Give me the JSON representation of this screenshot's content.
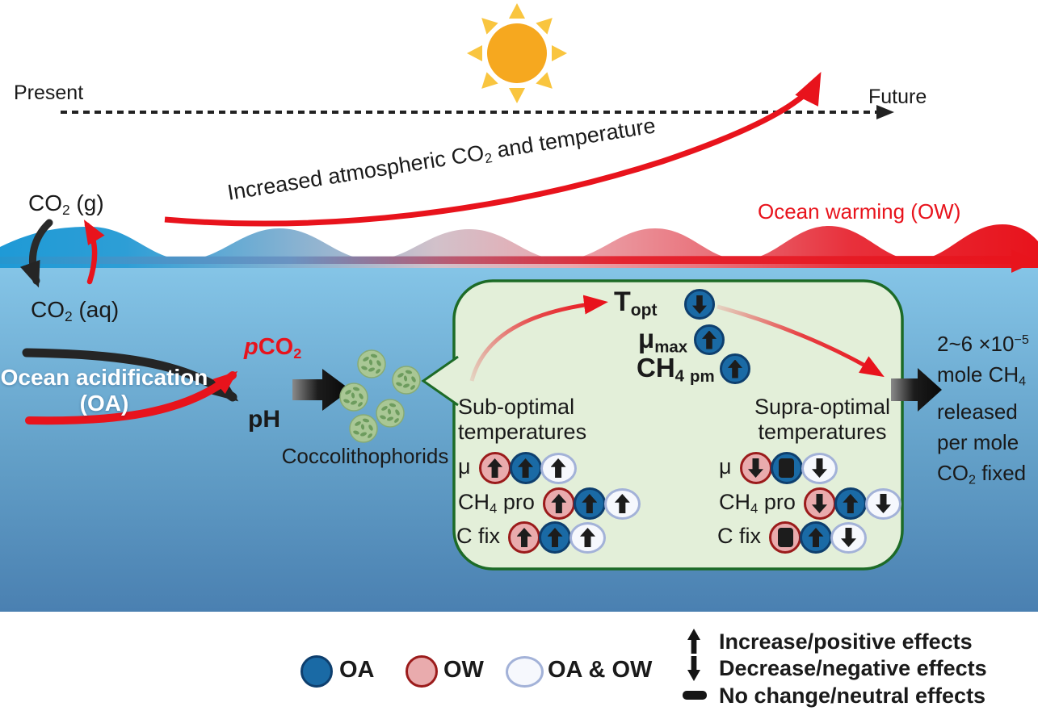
{
  "colors": {
    "accent_red": "#e8131c",
    "oa_fill": "#1a6aa5",
    "oa_border": "#0e3f6e",
    "ow_fill": "#e9abad",
    "ow_border": "#9b1b1b",
    "both_fill": "#f6f8fd",
    "both_border": "#a3b2d8",
    "green_box_fill": "#e3efd9",
    "green_box_border": "#1d6b27",
    "sun_core": "#f6a81f",
    "sun_rays": "#f9c53f",
    "ocean_top": "#83c4e7",
    "ocean_bottom": "#4a80b1",
    "wave_cold": "#1f9ad6",
    "wave_hot": "#e8131c"
  },
  "timeline": {
    "present": "Present",
    "future": "Future"
  },
  "atmosphere": {
    "trend_pre": "Increased atmospheric CO",
    "trend_sub": "2",
    "trend_post": " and temperature",
    "ocean_warming": "Ocean warming (OW)"
  },
  "air_sea": {
    "co2_gas_base": "CO",
    "co2_gas_sub": "2",
    "co2_gas_rest": " (g)",
    "co2_aq_base": "CO",
    "co2_aq_sub": "2",
    "co2_aq_rest": " (aq)"
  },
  "acidification": {
    "line1": "Ocean acidification",
    "line2": "(OA)",
    "pco2_p": "p",
    "pco2_base": "CO",
    "pco2_sub": "2",
    "ph": "pH"
  },
  "organism": {
    "label": "Coccolithophorids"
  },
  "panel": {
    "t_opt": {
      "base": "T",
      "sub": "opt",
      "state": "oa:down"
    },
    "mu_max": {
      "base": "μ",
      "sub": "max",
      "state": "oa:up"
    },
    "ch4_pm": {
      "base": "CH",
      "sub": "4",
      "sub2": "pm",
      "state": "oa:up"
    },
    "sub_title1": "Sub-optimal",
    "sub_title2": "temperatures",
    "supra_title1": "Supra-optimal",
    "supra_title2": "temperatures",
    "sub_rows": [
      {
        "label": {
          "base": "μ",
          "sub": "",
          "suffix": ""
        },
        "cells": [
          "ow:up",
          "oa:up",
          "both:up"
        ]
      },
      {
        "label": {
          "base": "CH",
          "sub": "4",
          "suffix": " pro"
        },
        "cells": [
          "ow:up",
          "oa:up",
          "both:up"
        ]
      },
      {
        "label": {
          "base": "C fix",
          "sub": "",
          "suffix": ""
        },
        "cells": [
          "ow:up",
          "oa:up",
          "both:up"
        ]
      }
    ],
    "supra_rows": [
      {
        "label": {
          "base": "μ",
          "sub": "",
          "suffix": ""
        },
        "cells": [
          "ow:down",
          "oa:dash",
          "both:down"
        ]
      },
      {
        "label": {
          "base": "CH",
          "sub": "4",
          "suffix": " pro"
        },
        "cells": [
          "ow:down",
          "oa:up",
          "both:down"
        ]
      },
      {
        "label": {
          "base": "C fix",
          "sub": "",
          "suffix": ""
        },
        "cells": [
          "ow:dash",
          "oa:up",
          "both:down"
        ]
      }
    ]
  },
  "output": {
    "l1a": "2~6 ×10",
    "l1sup": "−5",
    "l2a": "mole CH",
    "l2sub": "4",
    "l3": "released",
    "l4": "per mole",
    "l5a": "CO",
    "l5sub": "2",
    "l5b": " fixed"
  },
  "legend": {
    "oa": "OA",
    "ow": "OW",
    "both": "OA & OW",
    "increase": "Increase/positive effects",
    "decrease": "Decrease/negative effects",
    "nochange": "No change/neutral effects"
  }
}
